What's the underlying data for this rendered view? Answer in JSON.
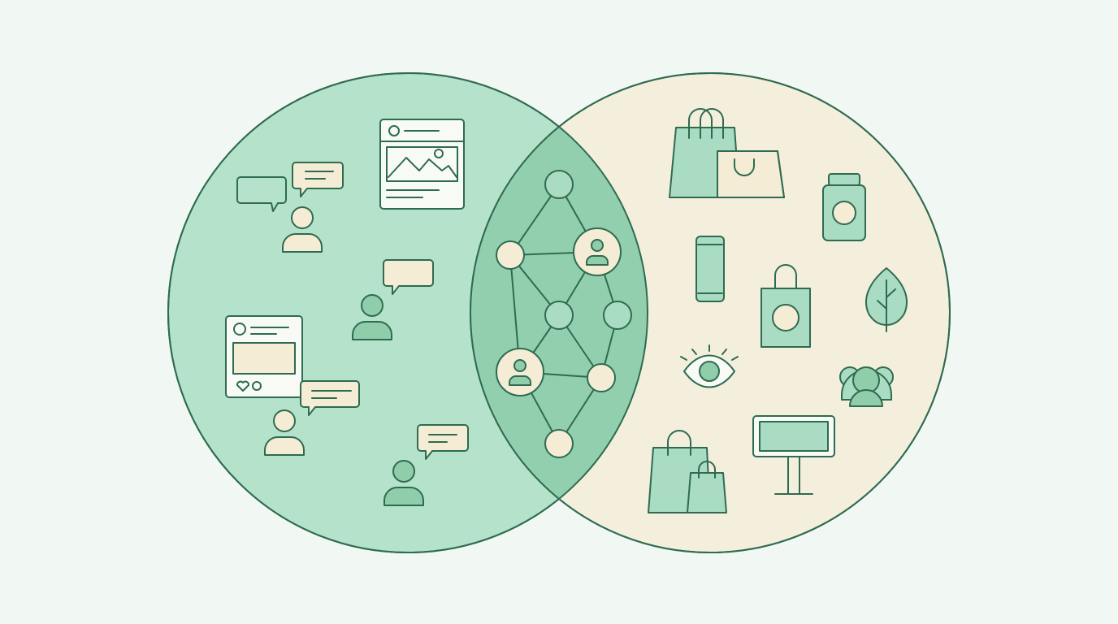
{
  "colors": {
    "background": "#f1f8f3",
    "stroke": "#2f6b50",
    "left_fill": "#b5e2cb",
    "right_fill": "#f4efdd",
    "overlap_fill": "#92cfaf",
    "accent_light": "#a9dcc2",
    "accent_mid": "#8fcdab",
    "cream": "#f5ecd6",
    "card_white": "#f7faf5"
  },
  "sets": {
    "left": {
      "name": "social-media-circle",
      "icons": [
        "chat-bubble-icon",
        "user-icon",
        "image-post-icon",
        "social-post-icon"
      ]
    },
    "overlap": {
      "name": "network-overlap",
      "icons": [
        "network-node-icon",
        "user-node-icon"
      ]
    },
    "right": {
      "name": "shopping-circle",
      "icons": [
        "shopping-bag-icon",
        "jar-icon",
        "can-icon",
        "eye-icon",
        "leaf-icon",
        "group-icon",
        "billboard-icon"
      ]
    }
  }
}
